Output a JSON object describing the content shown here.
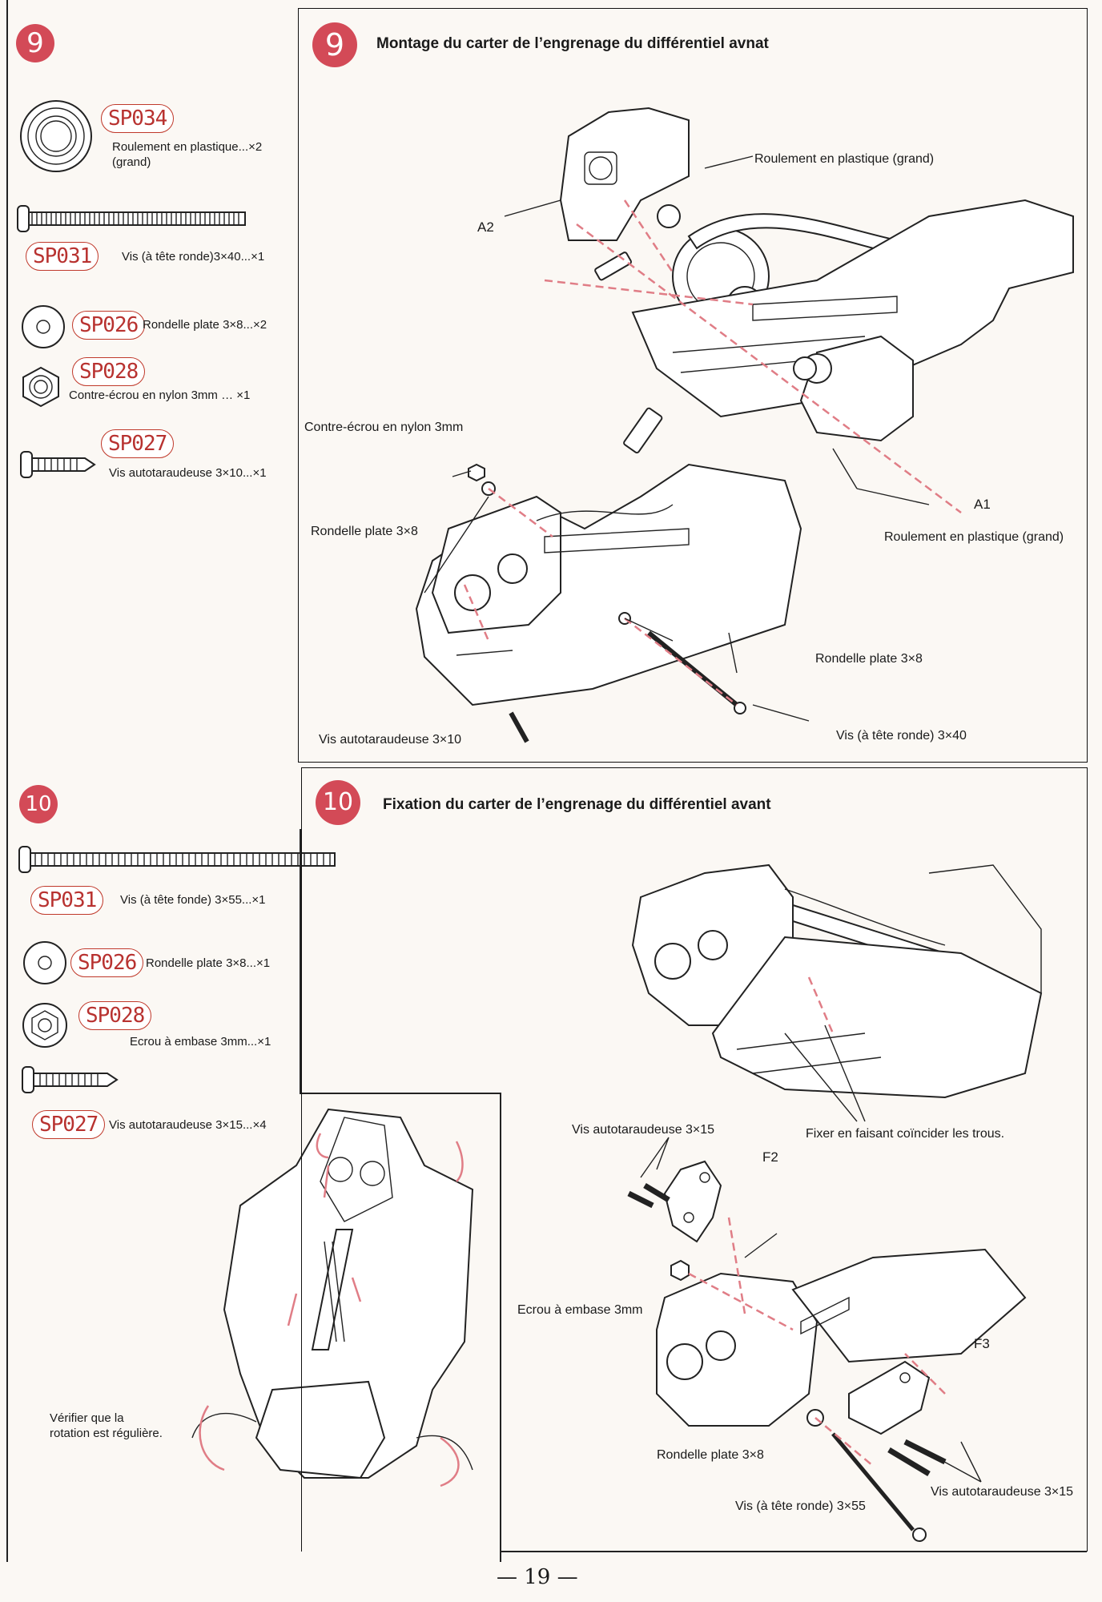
{
  "left9": {
    "step": "9",
    "parts": [
      {
        "code": "SP034",
        "desc": "Roulement en plastique...×2",
        "desc2": "(grand)"
      },
      {
        "code": "SP031",
        "desc": "Vis (à tête ronde)3×40...×1"
      },
      {
        "code": "SP026",
        "desc": "Rondelle plate 3×8...×2"
      },
      {
        "code": "SP028",
        "desc": "Contre-écrou en nylon 3mm … ×1"
      },
      {
        "code": "SP027",
        "desc": "Vis autotaraudeuse 3×10...×1"
      }
    ]
  },
  "panel9": {
    "step": "9",
    "title": "Montage du carter de l’engrenage du différentiel avnat",
    "callouts": {
      "bearing_top": "Roulement en plastique (grand)",
      "a2": "A2",
      "locknut": "Contre-écrou en nylon 3mm",
      "a1": "A1",
      "bearing_bottom": "Roulement en plastique (grand)",
      "washer_left": "Rondelle plate 3×8",
      "washer_right": "Rondelle plate 3×8",
      "screw_left": "Vis autotaraudeuse 3×10",
      "screw_right": "Vis (à tête ronde) 3×40"
    }
  },
  "left10": {
    "step": "10",
    "parts": [
      {
        "code": "SP031",
        "desc": "Vis (à tête fonde) 3×55...×1"
      },
      {
        "code": "SP026",
        "desc": "Rondelle plate 3×8...×1"
      },
      {
        "code": "SP028",
        "desc": "Ecrou à embase 3mm...×1"
      },
      {
        "code": "SP027",
        "desc": "Vis autotaraudeuse 3×15...×4"
      }
    ],
    "check": "Vérifier que la",
    "check2": "rotation est régulière."
  },
  "panel10": {
    "step": "10",
    "title": "Fixation du carter de l’engrenage du différentiel avant",
    "callouts": {
      "align": "Fixer en faisant coïncider les trous.",
      "screw_top": "Vis autotaraudeuse 3×15",
      "f2": "F2",
      "nut": "Ecrou à embase 3mm",
      "f3": "F3",
      "washer": "Rondelle plate 3×8",
      "screw_long": "Vis (à tête ronde) 3×55",
      "screw_bottom": "Vis autotaraudeuse 3×15"
    }
  },
  "page_number": "— 19 —",
  "colors": {
    "accent": "#d34a57",
    "code": "#b83230"
  }
}
